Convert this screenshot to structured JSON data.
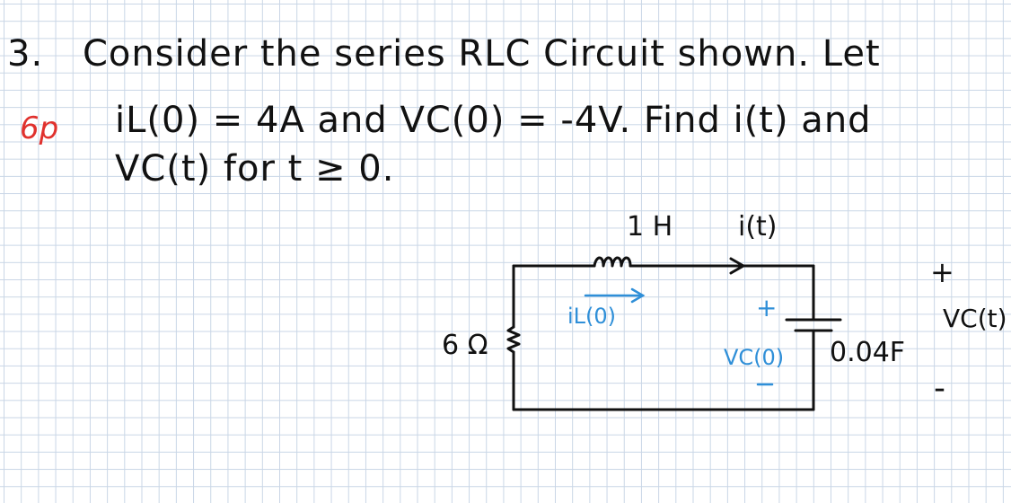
{
  "problem": {
    "number": "3.",
    "line1": "Consider the series RLC Circuit shown. Let",
    "line2": "iL(0) = 4A and VC(0) = -4V. Find i(t) and",
    "line3": "VC(t) for t ≥ 0."
  },
  "grade_mark": "6p",
  "circuit": {
    "inductor_label": "1 H",
    "current_label": "i(t)",
    "initial_current_label": "iL(0)",
    "resistor_label": "6 Ω",
    "capacitor_label": "0.04F",
    "cap_voltage_initial": "VC(0)",
    "cap_voltage_label": "VC(t)",
    "plus_sign": "+",
    "minus_sign": "-",
    "colors": {
      "ink": "#111111",
      "annotation": "#2f8fd8",
      "grade": "#e0312d"
    }
  }
}
